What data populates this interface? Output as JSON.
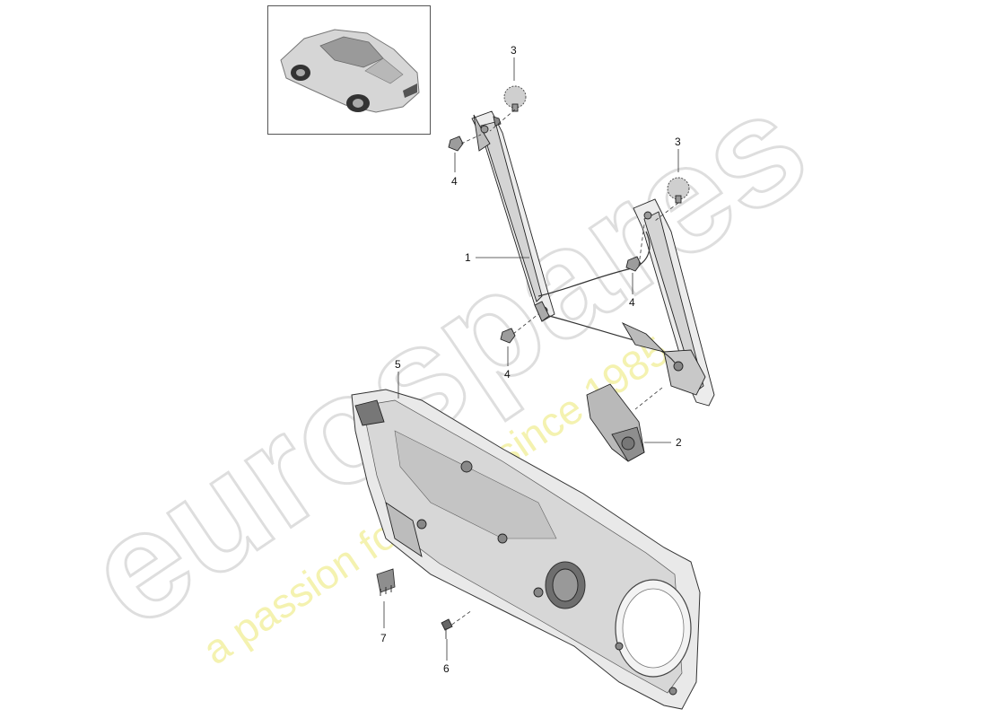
{
  "thumbnail": {
    "icon": "car-icon"
  },
  "callouts": [
    {
      "label": "3"
    },
    {
      "label": "3"
    },
    {
      "label": "4"
    },
    {
      "label": "4"
    },
    {
      "label": "4"
    },
    {
      "label": "1"
    },
    {
      "label": "5"
    },
    {
      "label": "2"
    },
    {
      "label": "7"
    },
    {
      "label": "6"
    }
  ],
  "watermark": {
    "brand": "eurospares",
    "tagline": "a passion for parts since 1985",
    "brand_color": "#d9d9d9",
    "tagline_color": "#f3f1a8"
  }
}
